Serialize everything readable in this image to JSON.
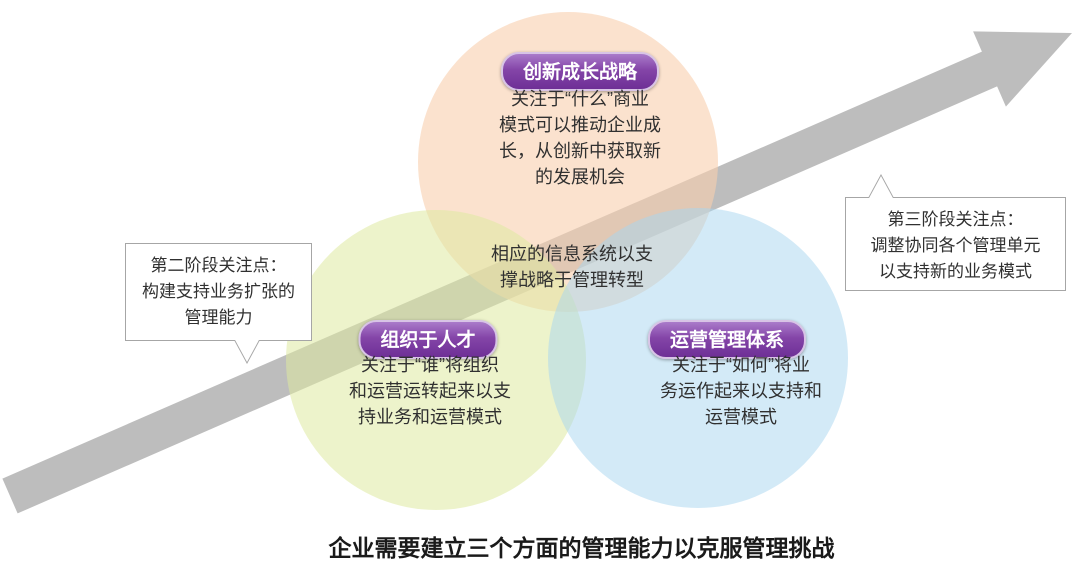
{
  "diagram": {
    "caption": "企业需要建立三个方面的管理能力以克服管理挑战",
    "arrow": {
      "description": "growth-direction-arrow",
      "color": "#bdbdbd"
    },
    "badge_color": "#7c3aa0",
    "circles": {
      "top": {
        "badge": "创新成长战略",
        "color": "#f9cfad",
        "lines": [
          "关注于“什么”商业",
          "模式可以推动企业成",
          "长，从创新中获取新",
          "的发展机会"
        ]
      },
      "left": {
        "badge": "组织于人才",
        "color": "#deeaa0",
        "lines": [
          "关注于“谁”将组织",
          "和运营运转起来以支",
          "持业务和运营模式"
        ]
      },
      "right": {
        "badge": "运营管理体系",
        "color": "#a8d6f0",
        "lines": [
          "关注于“如何”将业",
          "务运作起来以支持和",
          "运营模式"
        ]
      },
      "center": {
        "lines": [
          "相应的信息系统以支",
          "撑战略于管理转型"
        ]
      }
    },
    "callouts": {
      "left": {
        "lines": [
          "第二阶段关注点：",
          "构建支持业务扩张的",
          "管理能力"
        ]
      },
      "right": {
        "lines": [
          "第三阶段关注点：",
          "调整协同各个管理单元",
          "以支持新的业务模式"
        ]
      }
    }
  }
}
